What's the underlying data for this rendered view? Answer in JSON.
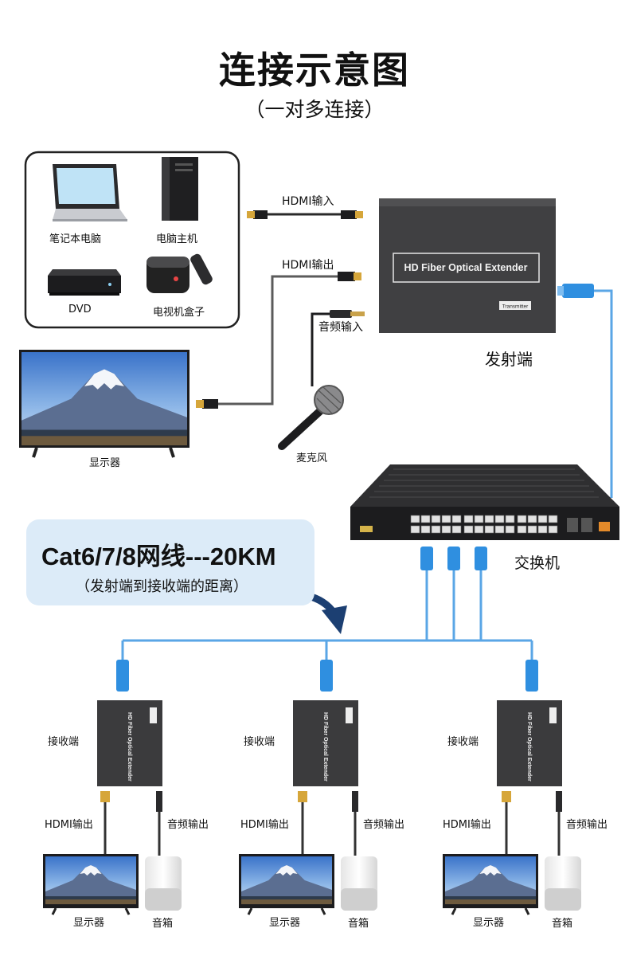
{
  "title": "连接示意图",
  "subtitle": "（一对多连接）",
  "devices": {
    "laptop": "笔记本电脑",
    "pc_host": "电脑主机",
    "dvd": "DVD",
    "tv_box": "电视机盒子"
  },
  "cables": {
    "hdmi_in": "HDMI输入",
    "hdmi_out": "HDMI输出",
    "audio_in": "音频输入"
  },
  "transmitter": {
    "panel_text": "HD Fiber Optical Extender",
    "badge": "Transmitter",
    "label": "发射端"
  },
  "display_main": "显示器",
  "microphone": "麦克风",
  "switch_label": "交换机",
  "callout": {
    "main": "Cat6/7/8网线---20KM",
    "sub": "（发射端到接收端的距离）"
  },
  "receivers": [
    {
      "label": "接收端",
      "device_text": "HD Fiber Optical Extender",
      "hdmi_out": "HDMI输出",
      "audio_out": "音频输出",
      "display": "显示器",
      "speaker": "音箱"
    },
    {
      "label": "接收端",
      "device_text": "HD Fiber Optical Extender",
      "hdmi_out": "HDMI输出",
      "audio_out": "音频输出",
      "display": "显示器",
      "speaker": "音箱"
    },
    {
      "label": "接收端",
      "device_text": "HD Fiber Optical Extender",
      "hdmi_out": "HDMI输出",
      "audio_out": "音频输出",
      "display": "显示器",
      "speaker": "音箱"
    }
  ],
  "colors": {
    "network_cable": "#5aa6e6",
    "device_dark": "#3b3b3d",
    "callout_bg": "#dcebf8",
    "arrow": "#1c3f72"
  }
}
